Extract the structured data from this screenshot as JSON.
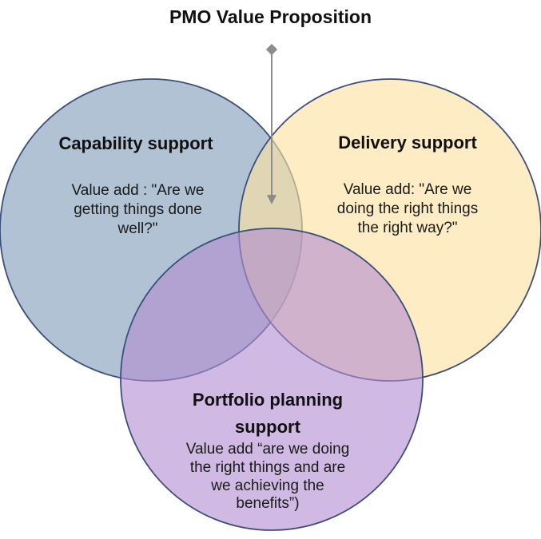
{
  "diagram": {
    "title": "PMO Value Proposition",
    "circles": [
      {
        "id": "capability",
        "heading": "Capability support",
        "body_lines": [
          "Value add : \"Are we",
          "getting things done",
          "well?\""
        ],
        "color": "#a9bdd0"
      },
      {
        "id": "delivery",
        "heading": "Delivery support",
        "body_lines": [
          "Value add:  \"Are we",
          "doing the right things",
          "the right way?\""
        ],
        "color": "#fde2a0"
      },
      {
        "id": "portfolio",
        "heading_lines": [
          "Portfolio planning",
          "support"
        ],
        "body_lines": [
          "Value add “are we doing",
          "the right things and are",
          "we achieving the",
          "benefits”)"
        ],
        "color": "#b38ed0"
      }
    ],
    "arrow_color": "#8c8c8c",
    "outline_color": "#3b4f7a"
  }
}
